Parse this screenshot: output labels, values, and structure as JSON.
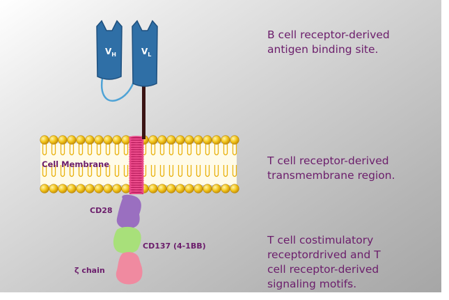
{
  "descriptions": {
    "antigen_binding": [
      "B cell receptor-derived",
      "antigen binding site."
    ],
    "transmembrane": [
      "T cell receptor-derived",
      "transmembrane region."
    ],
    "signaling": [
      "T cell costimulatory",
      "receptordrived and T",
      "cell receptor-derived",
      "signaling motifs."
    ]
  },
  "labels": {
    "vh_main": "V",
    "vh_sub": "H",
    "vl_main": "V",
    "vl_sub": "L",
    "membrane": "Cell Membrane",
    "cd28": "CD28",
    "cd137": "CD137 (4-1BB)",
    "zeta": "ζ chain"
  },
  "colors": {
    "domain_blue": "#2f6fa6",
    "linker_blue": "#4fa3d6",
    "lipid_head": "#f2c419",
    "helix_pink": "#e0357a",
    "cd28": "#9a6fc0",
    "cd137": "#a8e07a",
    "zeta": "#f08aa0",
    "text_purple": "#6b1d6b"
  }
}
